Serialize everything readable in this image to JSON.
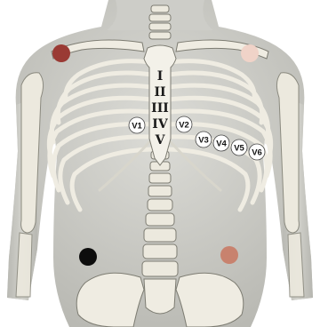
{
  "intercostal_spaces": [
    "I",
    "II",
    "III",
    "IV",
    "V"
  ],
  "chest_leads": [
    {
      "id": "v1",
      "label": "V1"
    },
    {
      "id": "v2",
      "label": "V2"
    },
    {
      "id": "v3",
      "label": "V3"
    },
    {
      "id": "v4",
      "label": "V4"
    },
    {
      "id": "v5",
      "label": "V5"
    },
    {
      "id": "v6",
      "label": "V6"
    }
  ],
  "limb_electrodes": [
    {
      "id": "right-arm",
      "color": "#9a3a34"
    },
    {
      "id": "left-arm",
      "color": "#f0d3c8"
    },
    {
      "id": "right-leg",
      "color": "#0d0d0d"
    },
    {
      "id": "left-leg",
      "color": "#c8826e"
    }
  ],
  "colors": {
    "skin": "#d3d3ce",
    "skin_shadow": "#a9a9a3",
    "bone": "#f1efe6",
    "bone_outline": "#8b8a7f",
    "lead_fill": "#ffffff"
  }
}
